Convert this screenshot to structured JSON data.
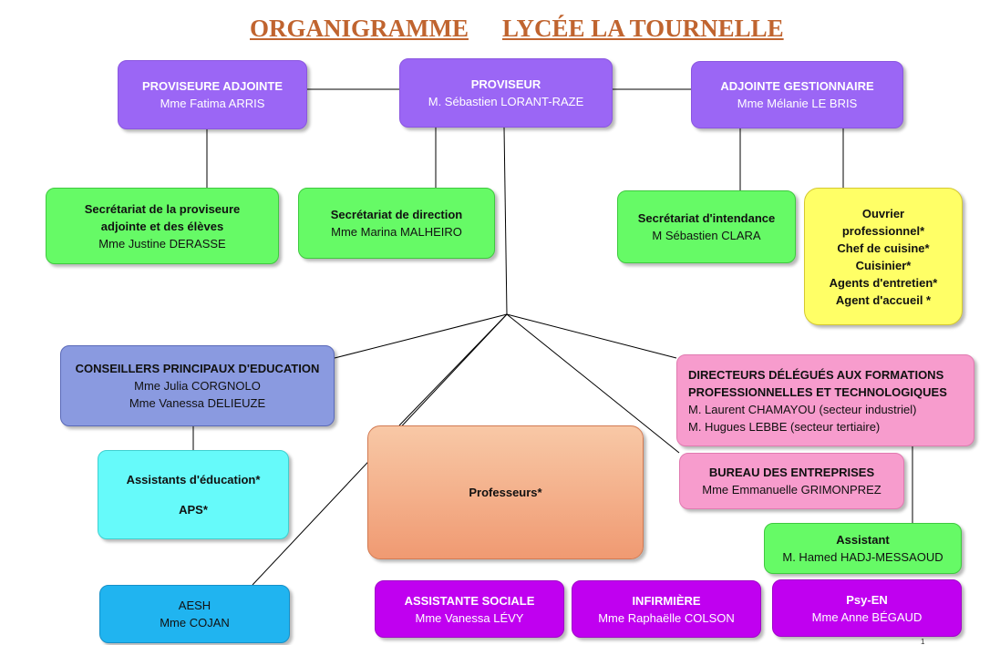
{
  "title": {
    "left": "ORGANIGRAMME",
    "right": "LYCÉE LA TOURNELLE"
  },
  "boxes": {
    "proviseur": {
      "title": "PROVISEUR",
      "name": "M. Sébastien LORANT-RAZE"
    },
    "adjointe": {
      "title": "PROVISEURE ADJOINTE",
      "name": "Mme Fatima ARRIS"
    },
    "gestionnaire": {
      "title": "ADJOINTE GESTIONNAIRE",
      "name": "Mme Mélanie LE BRIS"
    },
    "secr_adjointe": {
      "title1": "Secrétariat de la proviseure",
      "title2": "adjointe et des élèves",
      "name": "Mme Justine DERASSE"
    },
    "secr_direction": {
      "title": "Secrétariat de direction",
      "name": "Mme Marina MALHEIRO"
    },
    "secr_intendance": {
      "title": "Secrétariat d'intendance",
      "name": "M Sébastien CLARA"
    },
    "ouvriers": {
      "lines": [
        "Ouvrier",
        "professionnel*",
        "Chef de cuisine*",
        "Cuisinier*",
        "Agents d'entretien*",
        "Agent d'accueil *"
      ]
    },
    "cpe": {
      "title": "CONSEILLERS PRINCIPAUX D'EDUCATION",
      "name1": "Mme Julia CORGNOLO",
      "name2": "Mme Vanessa DELIEUZE"
    },
    "directeurs": {
      "title1": "DIRECTEURS DÉLÉGUÉS AUX FORMATIONS",
      "title2": "PROFESSIONNELLES ET TECHNOLOGIQUES",
      "name1": "M. Laurent CHAMAYOU (secteur industriel)",
      "name2": "M. Hugues LEBBE (secteur tertiaire)"
    },
    "assistants": {
      "line1": "Assistants d'éducation*",
      "line2": "APS*"
    },
    "professeurs": {
      "title": "Professeurs*"
    },
    "bureau": {
      "title": "BUREAU DES ENTREPRISES",
      "name": "Mme Emmanuelle GRIMONPREZ"
    },
    "assistant": {
      "title": "Assistant",
      "name": "M. Hamed HADJ-MESSAOUD"
    },
    "aesh": {
      "title": "AESH",
      "name": "Mme COJAN"
    },
    "sociale": {
      "title": "ASSISTANTE SOCIALE",
      "name": "Mme Vanessa LÉVY"
    },
    "infirmiere": {
      "title": "INFIRMIÈRE",
      "name": "Mme Raphaëlle COLSON"
    },
    "psy": {
      "title": "Psy-EN",
      "name": "Mme Anne BÉGAUD"
    }
  },
  "footer": {
    "page": "1"
  }
}
